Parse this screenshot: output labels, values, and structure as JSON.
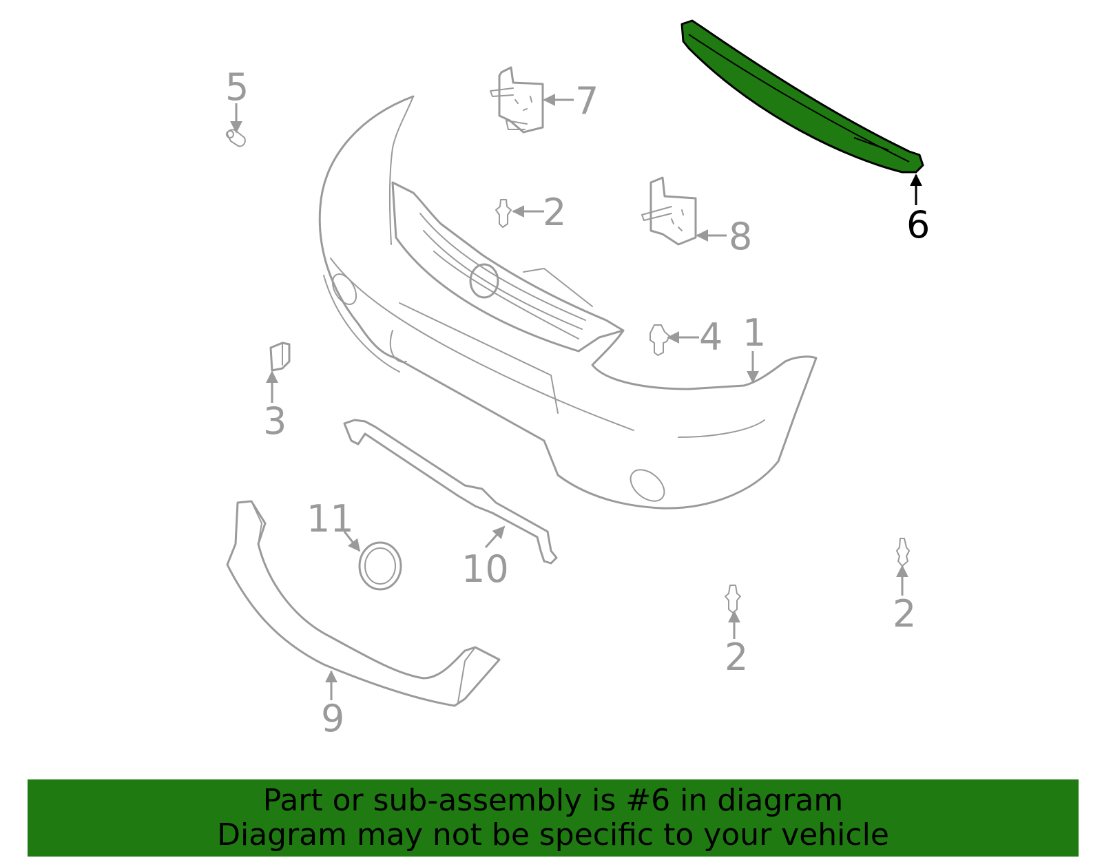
{
  "diagram": {
    "callouts": {
      "c1": "1",
      "c2a": "2",
      "c2b": "2",
      "c2c": "2",
      "c3": "3",
      "c4": "4",
      "c5": "5",
      "c6": "6",
      "c7": "7",
      "c8": "8",
      "c9": "9",
      "c10": "10",
      "c11": "11"
    },
    "highlighted_part": "6",
    "highlight_color": "#1f7a12",
    "line_color": "#9a9a9a"
  },
  "banner": {
    "line1": "Part or sub-assembly is #6 in diagram",
    "line2": "Diagram may not be specific to your vehicle",
    "color": "#1f7a12"
  }
}
